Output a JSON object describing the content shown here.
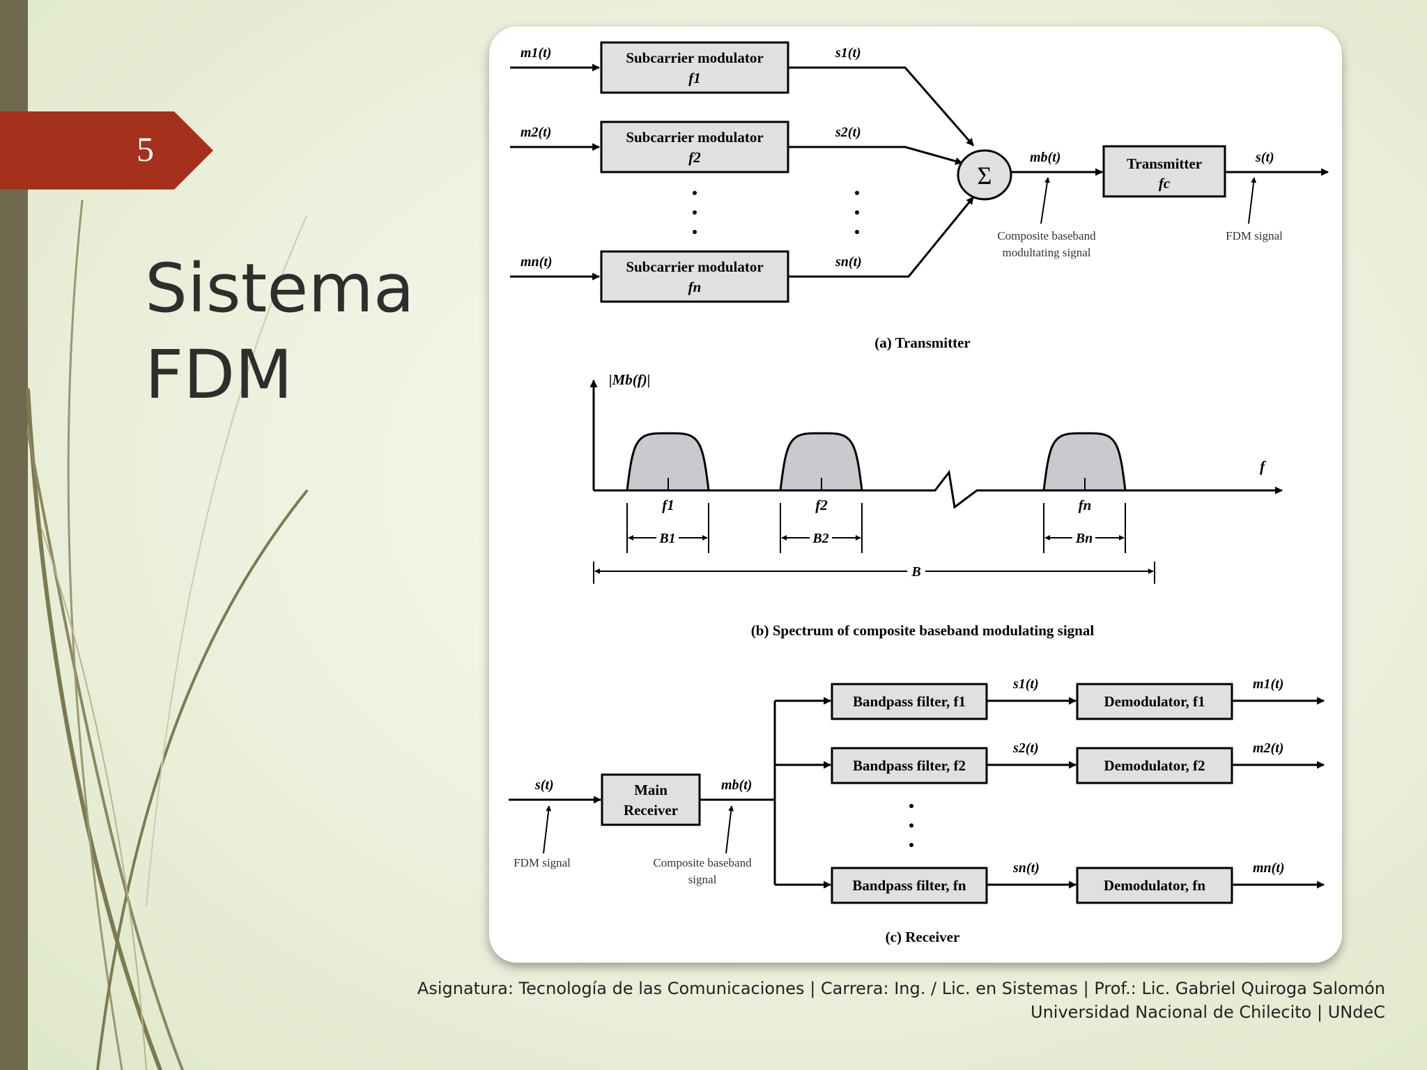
{
  "slide": {
    "number": "5",
    "title_line1": "Sistema",
    "title_line2": "FDM"
  },
  "colors": {
    "accent": "#a5301b",
    "left_bar": "#6f6a4e",
    "box_fill": "#e0e0e0",
    "spectrum_fill": "#c9c9cf"
  },
  "transmitter": {
    "inputs": [
      "m1(t)",
      "m2(t)",
      "mn(t)"
    ],
    "modulator_label": "Subcarrier modulator",
    "freqs": [
      "f1",
      "f2",
      "fn"
    ],
    "outputs": [
      "s1(t)",
      "s2(t)",
      "sn(t)"
    ],
    "sum_symbol": "Σ",
    "baseband": "mb(t)",
    "composite_note_line1": "Composite baseband",
    "composite_note_line2": "modultating signal",
    "tx_label": "Transmitter",
    "tx_freq": "fc",
    "tx_output": "s(t)",
    "fdm_note": "FDM signal",
    "caption": "(a) Transmitter"
  },
  "spectrum": {
    "y_label": "|Mb(f)|",
    "x_label": "f",
    "centers": [
      "f1",
      "f2",
      "fn"
    ],
    "bands": [
      "B1",
      "B2",
      "Bn"
    ],
    "total_band": "B",
    "caption": "(b) Spectrum of composite baseband modulating signal"
  },
  "receiver": {
    "input": "s(t)",
    "fdm_note": "FDM signal",
    "main_line1": "Main",
    "main_line2": "Receiver",
    "baseband": "mb(t)",
    "composite_note_line1": "Composite baseband",
    "composite_note_line2": "signal",
    "filters": [
      "Bandpass filter, f1",
      "Bandpass filter, f2",
      "Bandpass filter, fn"
    ],
    "mid_signals": [
      "s1(t)",
      "s2(t)",
      "sn(t)"
    ],
    "demods": [
      "Demodulator, f1",
      "Demodulator, f2",
      "Demodulator, fn"
    ],
    "outputs": [
      "m1(t)",
      "m2(t)",
      "mn(t)"
    ],
    "caption": "(c) Receiver"
  },
  "footer": {
    "line1": "Asignatura: Tecnología de las Comunicaciones | Carrera: Ing. / Lic. en Sistemas | Prof.: Lic. Gabriel Quiroga Salomón",
    "line2": "Universidad Nacional de Chilecito | UNdeC"
  }
}
